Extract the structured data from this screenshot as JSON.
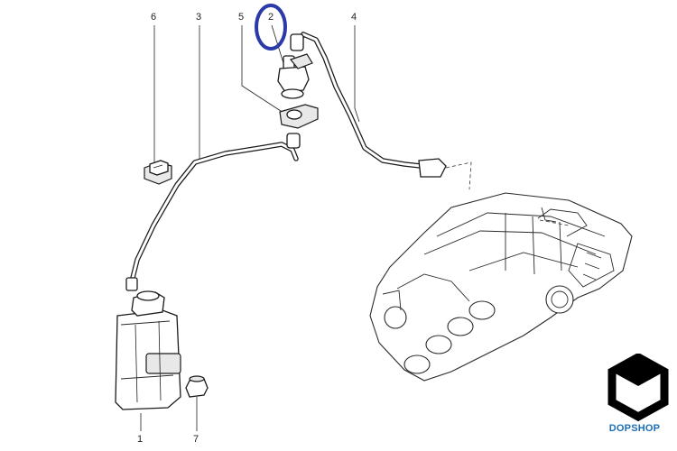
{
  "callouts": {
    "c1": "1",
    "c2": "2",
    "c3": "3",
    "c4": "4",
    "c5": "5",
    "c6": "6",
    "c7": "7"
  },
  "highlight": {
    "color": "#2b3aa8",
    "target": "2"
  },
  "logo": {
    "text": "DOPSHOP",
    "color": "#1c6fb8",
    "icon": "dopshop-cube-icon"
  }
}
